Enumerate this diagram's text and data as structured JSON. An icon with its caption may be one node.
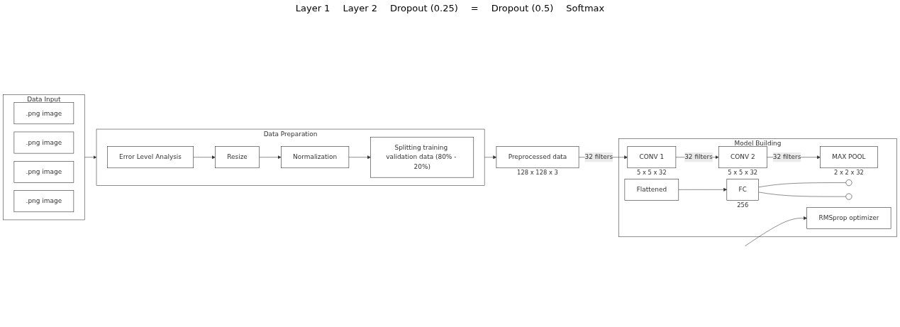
{
  "diagram": {
    "nodes": [
      {
        "text": [
          "Data Input"
        ]
      },
      {
        "text": [
          ".png image"
        ],
        "in": 0
      },
      {
        "text": [
          ".png image"
        ],
        "in": 0
      },
      {
        "text": [
          ".png image"
        ],
        "in": 0
      },
      {
        "text": [
          ".png image"
        ],
        "in": 0
      },
      {
        "text": [
          "Data Preparation"
        ]
      },
      {
        "text": [
          "Error Level Analysis"
        ],
        "in": 5
      },
      {
        "text": [
          "Resize"
        ],
        "in": 5
      },
      {
        "text": [
          "Normalization"
        ],
        "in": 5
      },
      {
        "text": [
          "Splitting training validation data (80% - 20%)"
        ],
        "in": 5
      },
      {
        "text": [
          "Preprocessed data"
        ],
        "beside": [
          "128 x 128 x 3"
        ]
      },
      {
        "text": [
          "Model Building"
        ]
      },
      {
        "text": [
          "CONV 1"
        ],
        "beside": [
          "5 x 5 x 32"
        ],
        "in": 11
      },
      {
        "text": [
          "CONV 2"
        ],
        "beside": [
          "5 x 5 x 32"
        ],
        "in": 11
      },
      {
        "text": [
          "MAX POOL"
        ],
        "beside": [
          "2 x 2 x 32"
        ],
        "in": 11
      },
      {
        "text": [
          "Flattened"
        ],
        "in": 11
      },
      {
        "text": [
          "FC"
        ],
        "beside": [
          "256"
        ],
        "in": 11
      },
      {
        "text": [],
        "shape": "circle",
        "in": 11
      },
      {
        "text": [],
        "shape": "circle",
        "in": 11
      },
      {
        "text": [
          "RMSprop optimizer"
        ],
        "in": 11
      }
    ],
    "edges": [
      {
        "from": 0,
        "to": 5,
        "arrow": "to"
      },
      {
        "from": 6,
        "to": 7,
        "arrow": "to"
      },
      {
        "from": 7,
        "to": 8,
        "arrow": "to"
      },
      {
        "from": 8,
        "to": 9,
        "arrow": "to"
      },
      {
        "from": 5,
        "to": 10,
        "arrow": "to"
      },
      {
        "from": 10,
        "to": 12,
        "label": "32 filters",
        "arrow": "to"
      },
      {
        "from": 12,
        "to": 13,
        "label": "32 filters",
        "arrow": "to"
      },
      {
        "from": 13,
        "to": 14,
        "label": "32 filters",
        "arrow": "to"
      },
      {
        "from": 15,
        "to": 16,
        "arrow": "to"
      },
      {
        "from": 16,
        "to": 17,
        "arrow": "none"
      },
      {
        "from": 16,
        "to": 18,
        "arrow": "none"
      },
      {
        "from": null,
        "to": 19,
        "arrow": "to"
      }
    ],
    "labels": [
      "Layer 1",
      "Layer 2",
      "Dropout (0.25)",
      "=",
      "Dropout (0.5)",
      "Softmax"
    ]
  }
}
